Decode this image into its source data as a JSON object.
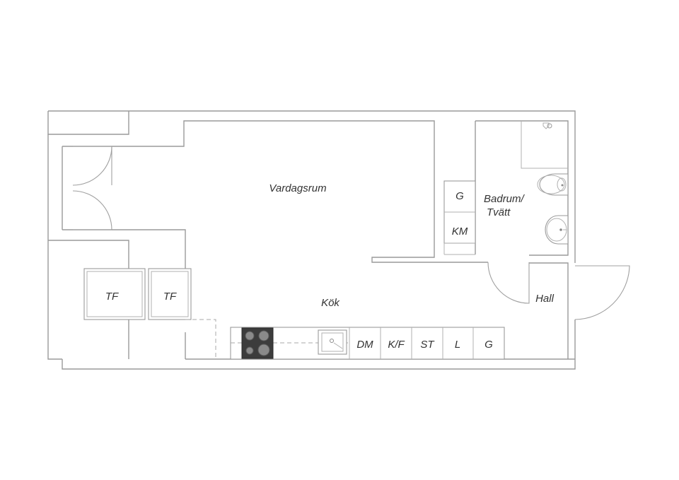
{
  "floorplan": {
    "rooms": {
      "living": "Vardagsrum",
      "kitchen": "Kök",
      "bath_line1": "Badrum/",
      "bath_line2": "Tvätt",
      "hall": "Hall"
    },
    "units": {
      "wardrobe_1": "TF",
      "wardrobe_2": "TF",
      "dishwasher": "DM",
      "fridge_freezer": "K/F",
      "storage": "ST",
      "l_cabinet": "L",
      "g_cabinet": "G",
      "bath_g": "G",
      "bath_km": "KM"
    },
    "colors": {
      "wall": "#9a9a9a",
      "stove": "#3c3c3c",
      "burner": "#8a8a8a"
    }
  }
}
